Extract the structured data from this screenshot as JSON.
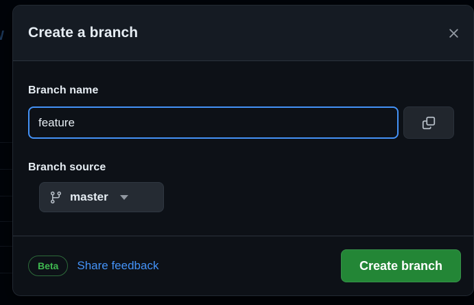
{
  "background": {
    "partial_text": "W",
    "rule_offsets": [
      207,
      246,
      285,
      322,
      358,
      397
    ]
  },
  "modal": {
    "title": "Create a branch",
    "close_icon": "close-icon",
    "branch_name": {
      "label": "Branch name",
      "value": "feature",
      "placeholder": "",
      "copy_icon": "copy-icon"
    },
    "branch_source": {
      "label": "Branch source",
      "icon": "git-branch-icon",
      "selected": "master",
      "caret_icon": "chevron-down-icon"
    },
    "footer": {
      "badge": "Beta",
      "feedback_link": "Share feedback",
      "submit_label": "Create branch"
    }
  },
  "colors": {
    "modal_background": "#0d1117",
    "header_background": "#151b23",
    "border": "#2b333d",
    "focus_border": "#4493f8",
    "link": "#4493f8",
    "badge_green": "#3fb950",
    "primary_button": "#238636",
    "text_primary": "#e6edf3",
    "text_muted": "#9198a1"
  }
}
